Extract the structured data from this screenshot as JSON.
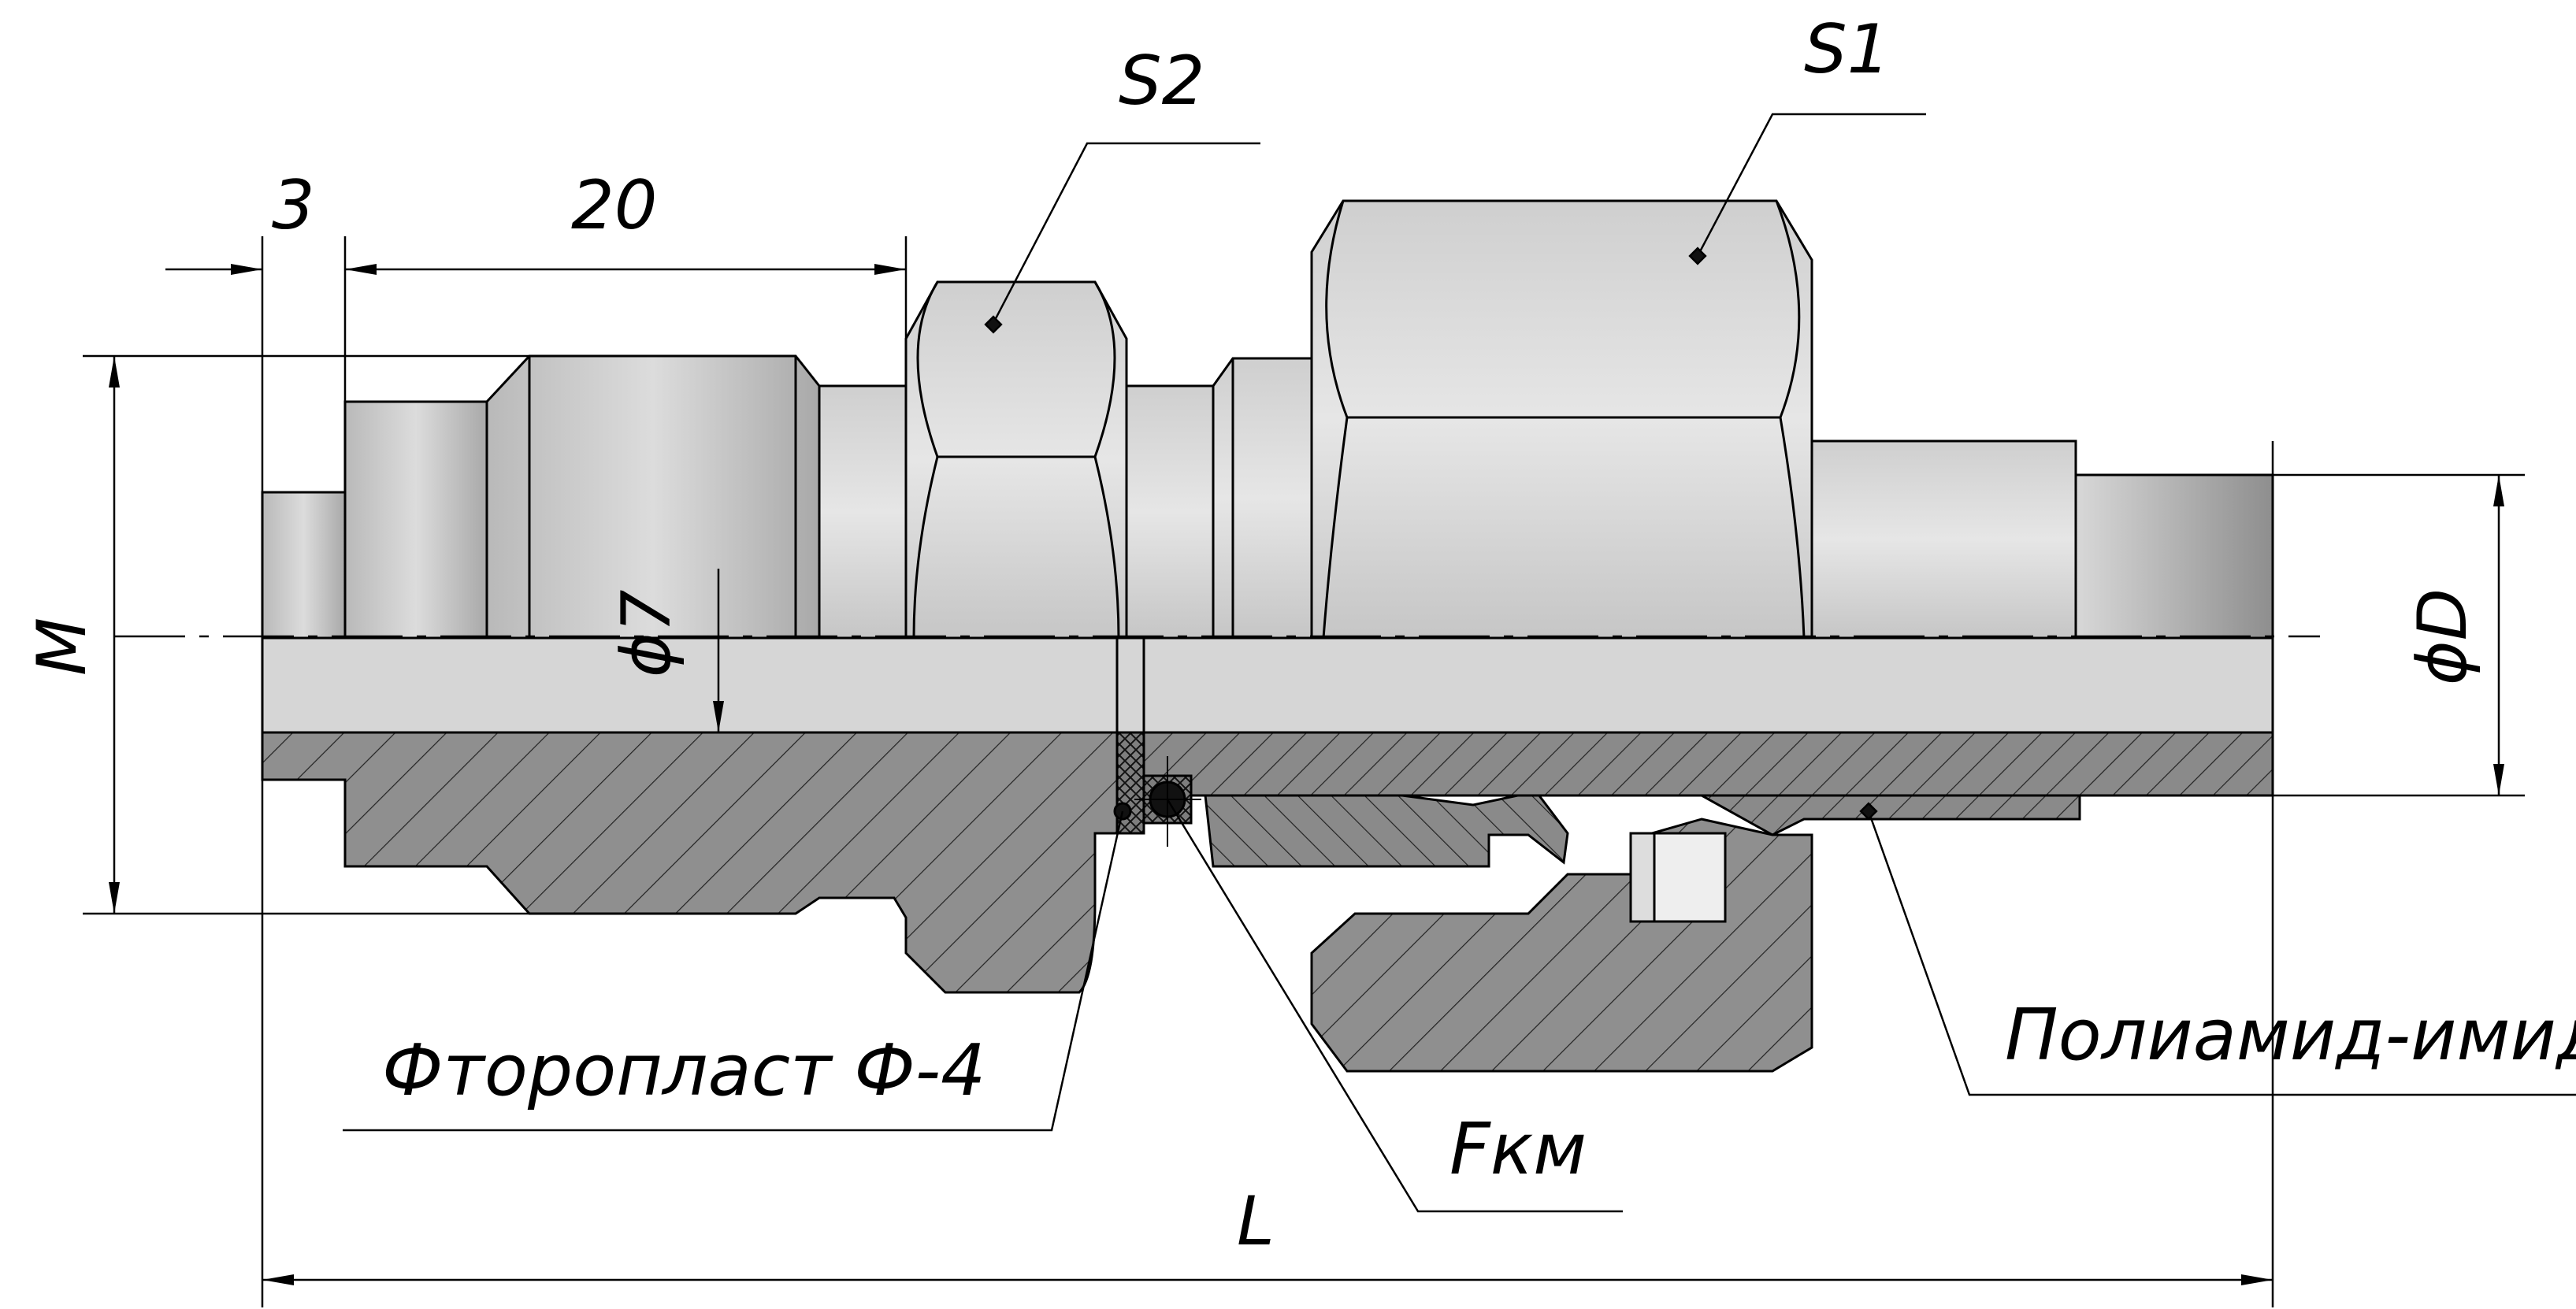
{
  "dimensions": {
    "d3": "3",
    "d20": "20",
    "M": "M",
    "phi7": "ϕ7",
    "phiD": "ϕD",
    "L": "L",
    "S1": "S1",
    "S2": "S2"
  },
  "callouts": {
    "ptfe": "Фторопласт Ф-4",
    "fkm": "Fкм",
    "pai": "Полиамид-имид"
  },
  "colors": {
    "outline": "#000000",
    "section": "#8c8c8c",
    "sectionDark": "#7a7a7a",
    "bodyLight": "#d8d8d8",
    "bodyMid": "#bdbdbd",
    "bore": "#d9d9d9"
  }
}
